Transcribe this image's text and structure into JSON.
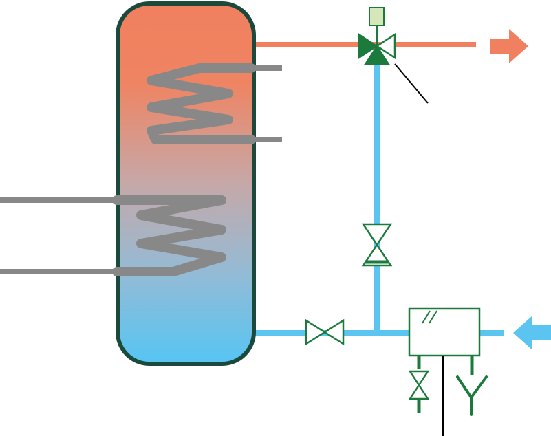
{
  "diagram": {
    "colors": {
      "hot": "#f0805f",
      "cold": "#5bc4f1",
      "coil": "#888888",
      "tank_outline": "#1b4a3c",
      "fitting": "#1b7a3c",
      "actuator_fill": "#d5e6b8",
      "leader": "#000000"
    },
    "components": {
      "storage_tank": "storage-tank",
      "upper_coil": "heat-exchanger-coil",
      "lower_coil": "heat-exchanger-coil",
      "mixing_valve": "three-way-thermostatic-valve",
      "bypass_valve": "check-valve",
      "inlet_valve": "shut-off-valve",
      "safety_group": "safety-group",
      "drain_valve": "drain-valve",
      "funnel": "drain-funnel"
    },
    "flows": {
      "hot_outlet": "arrow-right",
      "cold_inlet": "arrow-left"
    }
  }
}
